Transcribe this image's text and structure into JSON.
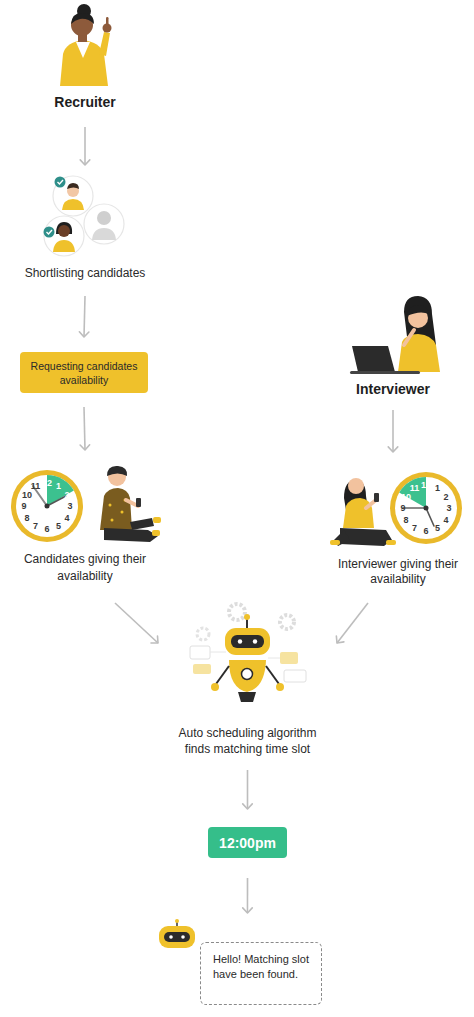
{
  "diagram": {
    "nodes": [
      {
        "text": [
          "Recruiter"
        ]
      },
      {
        "text": [
          "Shortlisting candidates"
        ]
      },
      {
        "text": [
          "Requesting candidates availability"
        ]
      },
      {
        "text": [
          "Interviewer"
        ]
      },
      {
        "text": [
          "Candidates giving their availability"
        ]
      },
      {
        "text": [
          "Interviewer giving their availability"
        ]
      },
      {
        "text": [
          "Auto scheduling algorithm finds matching time slot"
        ]
      },
      {
        "text": [
          "12:00pm"
        ]
      },
      {
        "text": [
          "Hello! Matching slot have been found."
        ]
      }
    ],
    "edges": [
      {
        "from": 0,
        "to": 1,
        "arrow": "to"
      },
      {
        "from": 1,
        "to": 2,
        "arrow": "to"
      },
      {
        "from": 2,
        "to": 4,
        "arrow": "to"
      },
      {
        "from": 3,
        "to": 5,
        "arrow": "to"
      },
      {
        "from": 4,
        "to": 6,
        "arrow": "to"
      },
      {
        "from": 5,
        "to": 6,
        "arrow": "to"
      },
      {
        "from": 6,
        "to": 7,
        "arrow": "to"
      },
      {
        "from": 7,
        "to": 8,
        "arrow": "to"
      }
    ],
    "labels": [
      "12",
      "1",
      "2",
      "3",
      "4",
      "5",
      "6",
      "7",
      "8",
      "9",
      "10",
      "11",
      "12",
      "1",
      "2",
      "3",
      "4",
      "5",
      "6",
      "7",
      "8",
      "9",
      "10",
      "11"
    ]
  }
}
